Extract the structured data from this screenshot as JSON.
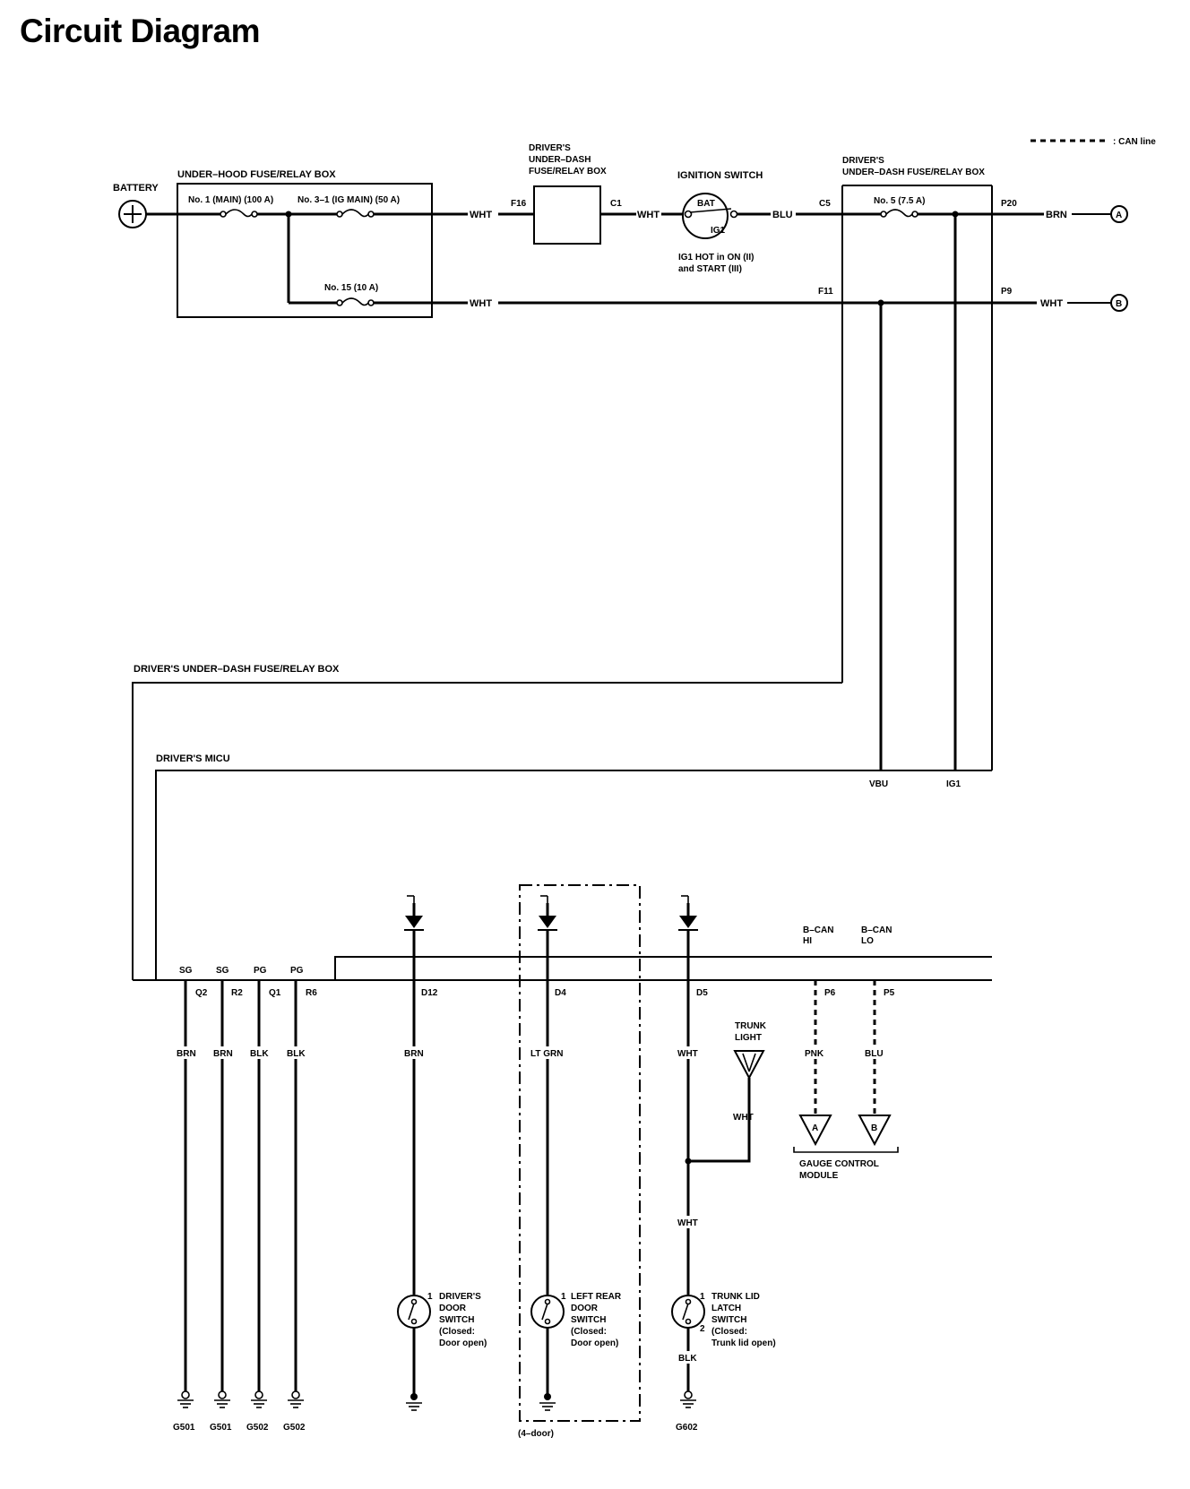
{
  "title": "Circuit Diagram",
  "legend": {
    "can_line": ": CAN line"
  },
  "components": {
    "battery": "BATTERY",
    "under_hood_box": "UNDER–HOOD FUSE/RELAY BOX",
    "fuse_main": "No. 1 (MAIN) (100 A)",
    "fuse_ig_main": "No. 3–1 (IG MAIN) (50 A)",
    "fuse_15": "No. 15 (10 A)",
    "drivers_dash_box_top": [
      "DRIVER'S",
      "UNDER–DASH",
      "FUSE/RELAY BOX"
    ],
    "ignition_switch": "IGNITION SWITCH",
    "ign_bat": "BAT",
    "ign_ig1": "IG1",
    "ign_note": [
      "IG1 HOT in ON (II)",
      "and START (III)"
    ],
    "drivers_dash_box_right": [
      "DRIVER'S",
      "UNDER–DASH FUSE/RELAY BOX"
    ],
    "fuse_5": "No. 5 (7.5 A)",
    "drivers_dash_box_long": "DRIVER'S UNDER–DASH FUSE/RELAY BOX",
    "drivers_micu": "DRIVER'S MICU",
    "vbu": "VBU",
    "ig1_pin": "IG1",
    "bcan_hi": [
      "B–CAN",
      "HI"
    ],
    "bcan_lo": [
      "B–CAN",
      "LO"
    ],
    "trunk_light": [
      "TRUNK",
      "LIGHT"
    ],
    "gauge_module": [
      "GAUGE CONTROL",
      "MODULE"
    ],
    "drivers_door_switch": [
      "DRIVER'S",
      "DOOR",
      "SWITCH",
      "(Closed:",
      "Door open)"
    ],
    "left_rear_door_switch": [
      "LEFT REAR",
      "DOOR",
      "SWITCH",
      "(Closed:",
      "Door open)"
    ],
    "trunk_latch_switch": [
      "TRUNK LID",
      "LATCH",
      "SWITCH",
      "(Closed:",
      "Trunk lid open)"
    ],
    "four_door": "(4–door)"
  },
  "connectors": {
    "f16": "F16",
    "c1": "C1",
    "c5": "C5",
    "p20": "P20",
    "f11": "F11",
    "p9": "P9",
    "sg1": "SG",
    "sg2": "SG",
    "pg1": "PG",
    "pg2": "PG",
    "q2": "Q2",
    "r2": "R2",
    "q1": "Q1",
    "r6": "R6",
    "d12": "D12",
    "d4": "D4",
    "d5": "D5",
    "p6": "P6",
    "p5": "P5",
    "pin1a": "1",
    "pin1b": "1",
    "pin1c": "1",
    "pin2c": "2",
    "term_a": "A",
    "term_b": "B",
    "gauge_a": "A",
    "gauge_b": "B"
  },
  "wire_colors": {
    "wht1": "WHT",
    "wht2": "WHT",
    "blu_ign": "BLU",
    "brn_a": "BRN",
    "wht_b": "WHT",
    "wht_15": "WHT",
    "brn_q2": "BRN",
    "brn_r2": "BRN",
    "blk_q1": "BLK",
    "blk_r6": "BLK",
    "brn_d12": "BRN",
    "ltgrn_d4": "LT GRN",
    "wht_d5": "WHT",
    "wht_trunk": "WHT",
    "wht_lower": "WHT",
    "blk_trunk": "BLK",
    "pnk": "PNK",
    "blu_lo": "BLU"
  },
  "grounds": {
    "g1": "G501",
    "g2": "G501",
    "g3": "G502",
    "g4": "G502",
    "g5": "G602"
  }
}
